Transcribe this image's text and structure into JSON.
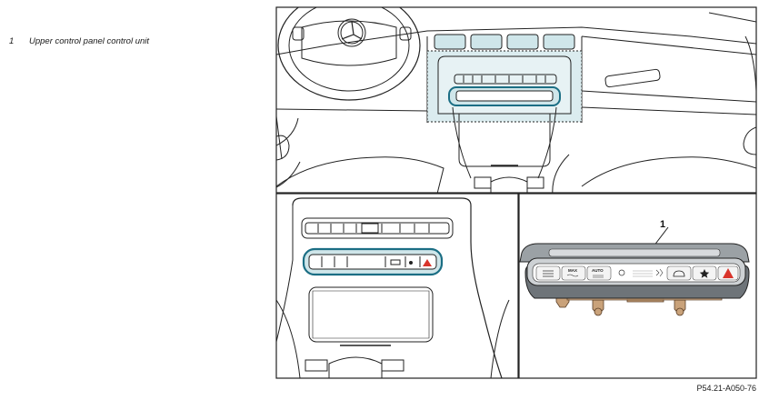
{
  "legend": {
    "items": [
      {
        "number": "1",
        "text": "Upper control panel control unit"
      }
    ]
  },
  "callout": {
    "label": "1"
  },
  "panel_buttons": [
    {
      "label": "",
      "icon": "rear-defrost-icon"
    },
    {
      "label": "MAX",
      "icon": "max-defrost-icon"
    },
    {
      "label": "AUTO",
      "icon": "auto-climate-icon"
    },
    {
      "label": "",
      "icon": "parking-sensor-icon"
    },
    {
      "label": "",
      "icon": "camera-icon"
    },
    {
      "label": "",
      "icon": "car-icon"
    },
    {
      "label": "",
      "icon": "star-icon"
    },
    {
      "label": "",
      "icon": "hazard-warning-icon"
    }
  ],
  "highlight_color": "#cfe6ea",
  "hazard_color": "#d9342b",
  "doc_code": "P54.21-A050-76"
}
